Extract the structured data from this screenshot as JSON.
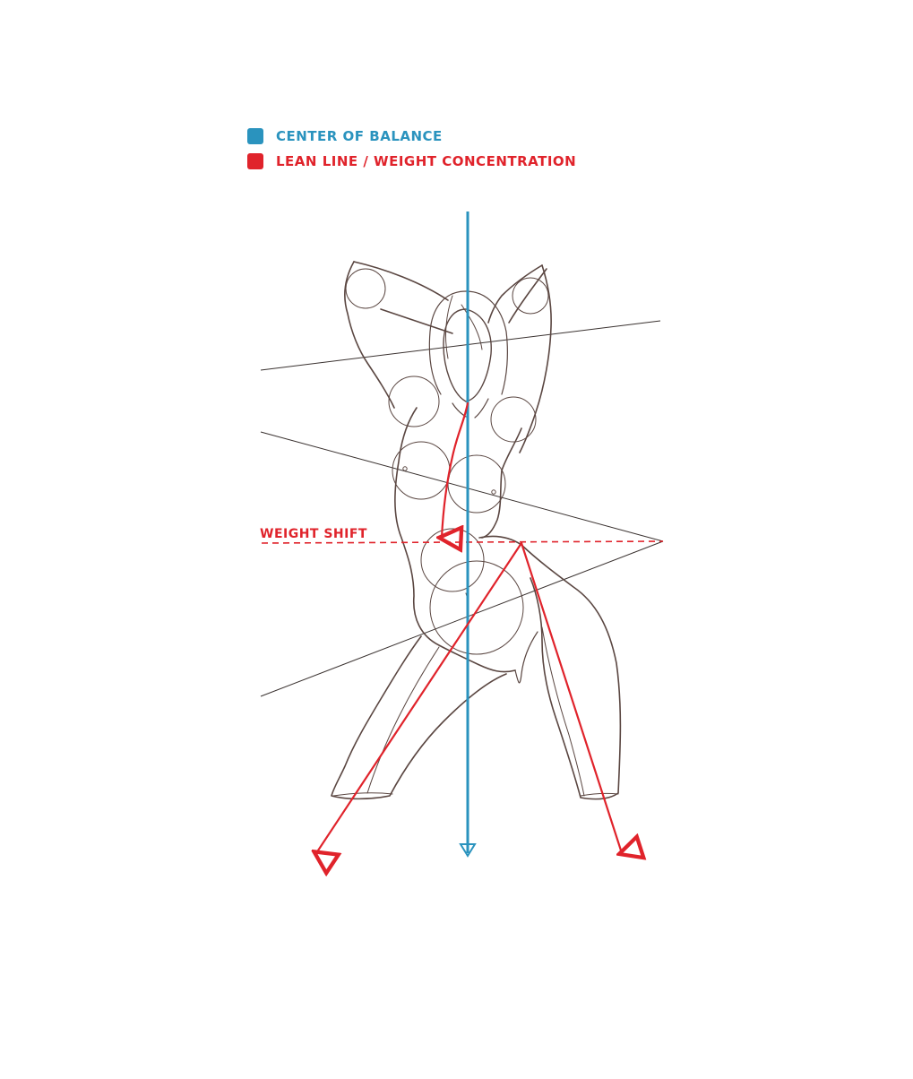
{
  "colors": {
    "balance": "#2a93be",
    "lean": "#e0232b",
    "sketch": "#5a4641",
    "guide": "#3a3230"
  },
  "legend": {
    "balance_label": "Center of balance",
    "lean_label": "Lean line / Weight concentration"
  },
  "annotations": {
    "weight_shift": "Weight shift"
  }
}
